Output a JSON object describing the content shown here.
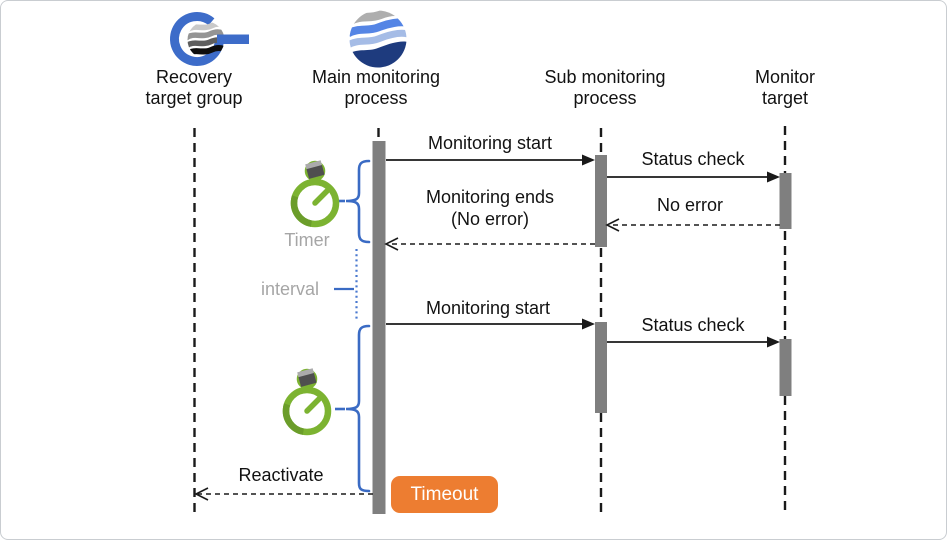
{
  "diagram_type": "sequence-diagram",
  "colors": {
    "accent_blue": "#3A6BC4",
    "interval_dot_blue": "#4A79CF",
    "activation_bar_gray": "#7F7F7F",
    "timeout_orange": "#ED7D31",
    "timer_green": "#7CB331",
    "timer_green_dark": "#6B9D2A",
    "muted_text_gray": "#A6A6A6",
    "line_black": "#1A1A1A"
  },
  "lifelines": [
    {
      "id": "recovery-target-group",
      "label": "Recovery target group",
      "icon": "g-wave-logo"
    },
    {
      "id": "main-monitoring-process",
      "label": "Main monitoring process",
      "icon": "wave-sphere-logo"
    },
    {
      "id": "sub-monitoring-process",
      "label": "Sub monitoring process",
      "icon": ""
    },
    {
      "id": "monitor-target",
      "label": "Monitor target",
      "icon": ""
    }
  ],
  "messages": [
    {
      "from": "main-monitoring-process",
      "to": "sub-monitoring-process",
      "label": "Monitoring start",
      "style": "solid"
    },
    {
      "from": "sub-monitoring-process",
      "to": "monitor-target",
      "label": "Status check",
      "style": "solid"
    },
    {
      "from": "monitor-target",
      "to": "sub-monitoring-process",
      "label": "No error",
      "style": "dashed"
    },
    {
      "from": "sub-monitoring-process",
      "to": "main-monitoring-process",
      "label_line1": "Monitoring ends",
      "label_line2": "(No error)",
      "style": "dashed"
    },
    {
      "from": "main-monitoring-process",
      "to": "sub-monitoring-process",
      "label": "Monitoring start",
      "style": "solid"
    },
    {
      "from": "sub-monitoring-process",
      "to": "monitor-target",
      "label": "Status check",
      "style": "solid"
    },
    {
      "from": "main-monitoring-process",
      "to": "recovery-target-group",
      "label": "Reactivate",
      "style": "dashed"
    }
  ],
  "annotations": {
    "timer_label": "Timer",
    "interval_label": "interval",
    "timeout_label": "Timeout",
    "timer_icon": "stopwatch-icon"
  }
}
